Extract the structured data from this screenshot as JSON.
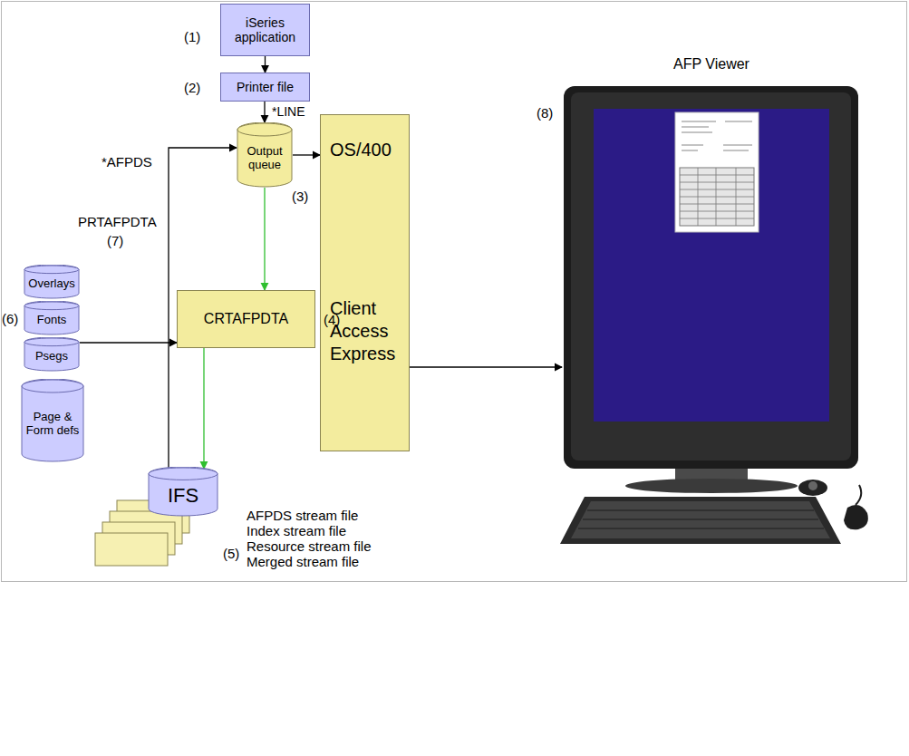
{
  "diagram": {
    "nodes": [
      {
        "text": [
          "iSeries application"
        ]
      },
      {
        "text": [
          "Printer file"
        ]
      },
      {
        "text": [
          "Output queue"
        ]
      },
      {
        "text": [
          "OS/400",
          "Client Access Express"
        ]
      },
      {
        "text": [
          "AFP Viewer"
        ]
      },
      {
        "text": [
          "Overlays"
        ]
      },
      {
        "text": [
          "Fonts"
        ]
      },
      {
        "text": [
          "Psegs"
        ]
      },
      {
        "text": [
          "Page & Form defs"
        ]
      },
      {
        "text": [
          "CRTAFPDTA"
        ]
      },
      {
        "text": [
          "IFS"
        ]
      }
    ],
    "edges": [
      {
        "from": 0,
        "to": 1,
        "arrow": "to"
      },
      {
        "from": 1,
        "to": 2,
        "arrow": "to",
        "label": "*LINE"
      },
      {
        "from": 2,
        "to": 3,
        "arrow": "to"
      },
      {
        "from": 3,
        "to": 4,
        "arrow": "to"
      },
      {
        "from": 2,
        "to": 9,
        "arrow": "to"
      },
      {
        "from": 7,
        "to": 9,
        "arrow": "to"
      },
      {
        "from": 9,
        "to": 10,
        "arrow": "to"
      },
      {
        "from": 10,
        "to": 2,
        "arrow": "to"
      }
    ],
    "labels": [
      "(1)",
      "(2)",
      "(3)",
      "*AFPDS",
      "PRTAFPDTA",
      "(7)",
      "(6)",
      "(4)",
      "(5)",
      "(8)",
      "AFPDS stream file",
      "Index stream file",
      "Resource stream file",
      "Merged stream file"
    ]
  }
}
